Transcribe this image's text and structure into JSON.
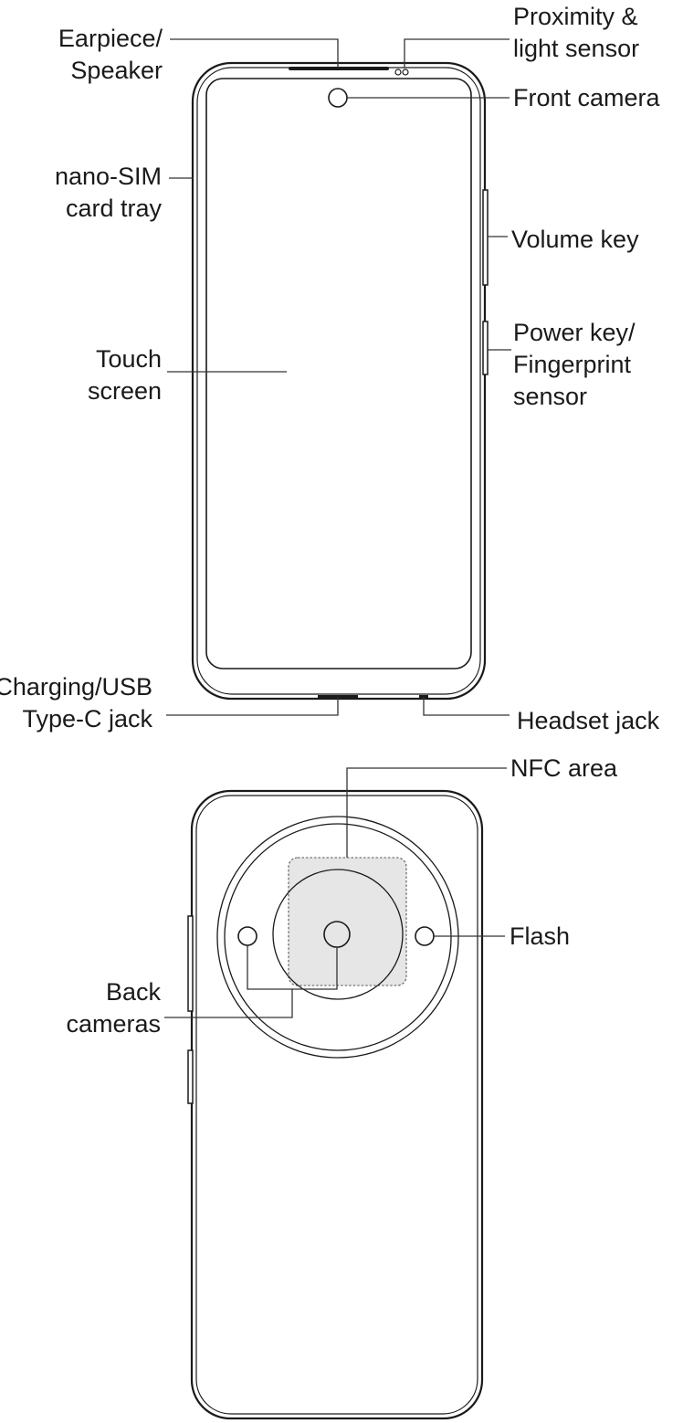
{
  "front_labels": {
    "earpiece_line1": "Earpiece/",
    "earpiece_line2": "Speaker",
    "proximity_line1": "Proximity &",
    "proximity_line2": "light sensor",
    "front_camera": "Front camera",
    "sim_line1": "nano-SIM",
    "sim_line2": "card tray",
    "volume_key": "Volume key",
    "touch_line1": "Touch",
    "touch_line2": "screen",
    "power_line1": "Power key/",
    "power_line2": "Fingerprint",
    "power_line3": "sensor",
    "charging_line1": "Charging/USB",
    "charging_line2": "Type-C jack",
    "headset_jack": "Headset jack"
  },
  "back_labels": {
    "nfc_area": "NFC area",
    "flash": "Flash",
    "back_line1": "Back",
    "back_line2": "cameras"
  },
  "colors": {
    "outline": "#1a1a1a",
    "nfc_fill": "#e6e6e6"
  }
}
